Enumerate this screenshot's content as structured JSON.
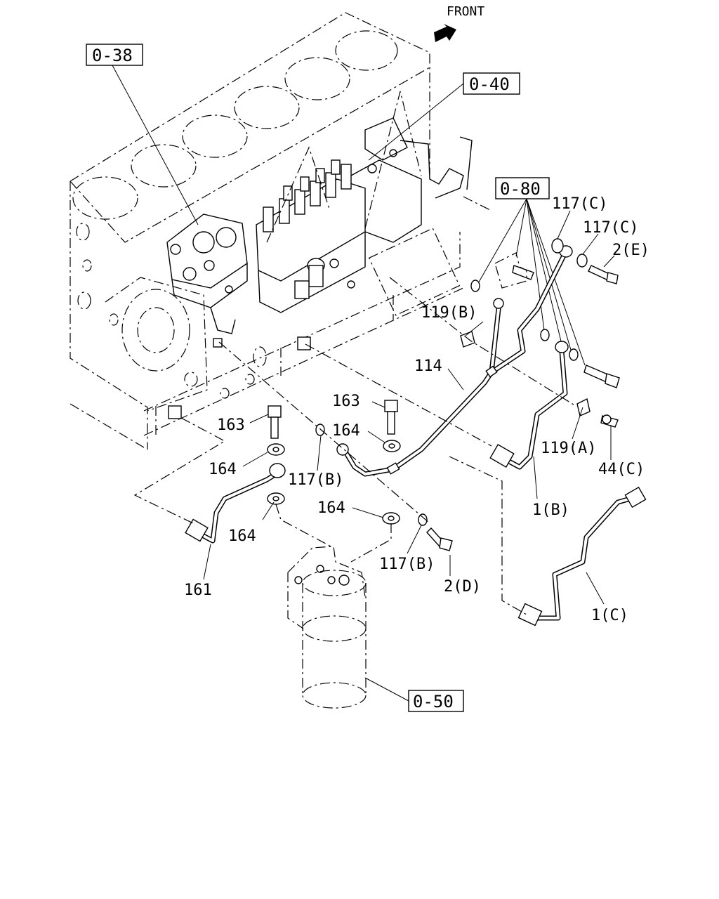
{
  "orientation": {
    "label": "FRONT"
  },
  "reference_boxes": {
    "ref_0_38": "0-38",
    "ref_0_40": "0-40",
    "ref_0_80": "0-80",
    "ref_0_50": "0-50"
  },
  "part_labels": {
    "p117c_1": "117(C)",
    "p117c_2": "117(C)",
    "p2e": "2(E)",
    "p119b": "119(B)",
    "p114": "114",
    "p163_right": "163",
    "p163_left": "163",
    "p164_right": "164",
    "p164_left": "164",
    "p164_bottom_left": "164",
    "p164_bottom_mid": "164",
    "p117b_left": "117(B)",
    "p117b_bottom": "117(B)",
    "p119a": "119(A)",
    "p44c": "44(C)",
    "p1b": "1(B)",
    "p1c": "1(C)",
    "p161": "161",
    "p2d": "2(D)"
  }
}
